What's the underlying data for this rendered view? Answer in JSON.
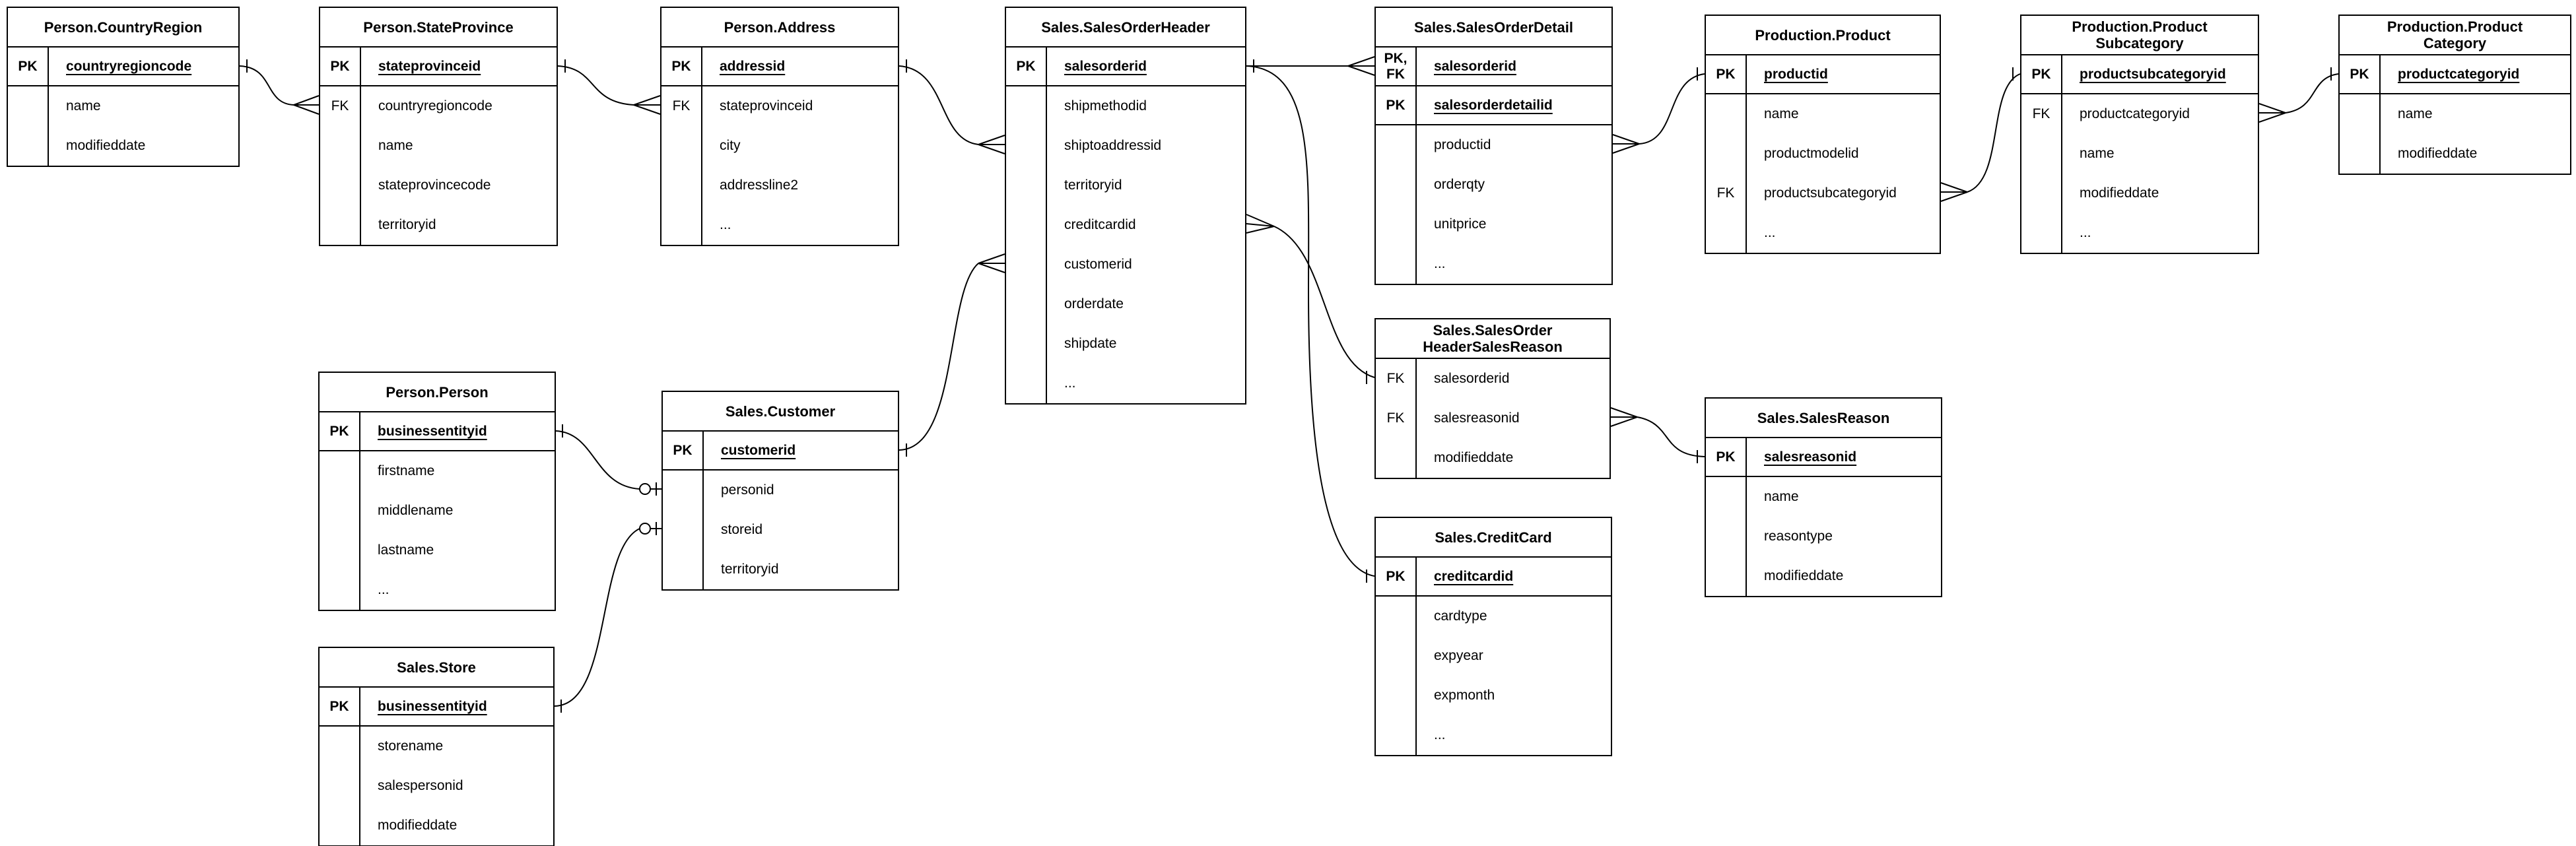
{
  "diagram": {
    "type": "entity-relationship-diagram",
    "line_color": "#000000",
    "background_color": "#ffffff",
    "entities": [
      {
        "id": "person-countryregion",
        "title1": "Person.CountryRegion",
        "title2": "",
        "rows": [
          {
            "key": "PK",
            "label": "countryregioncode"
          },
          {
            "key": "",
            "label": "name"
          },
          {
            "key": "",
            "label": "modifieddate"
          }
        ]
      },
      {
        "id": "person-stateprovince",
        "title1": "Person.StateProvince",
        "title2": "",
        "rows": [
          {
            "key": "PK",
            "label": "stateprovinceid"
          },
          {
            "key": "FK",
            "label": "countryregioncode"
          },
          {
            "key": "",
            "label": "name"
          },
          {
            "key": "",
            "label": "stateprovincecode"
          },
          {
            "key": "",
            "label": "territoryid"
          }
        ]
      },
      {
        "id": "person-address",
        "title1": "Person.Address",
        "title2": "",
        "rows": [
          {
            "key": "PK",
            "label": "addressid"
          },
          {
            "key": "FK",
            "label": "stateprovinceid"
          },
          {
            "key": "",
            "label": "city"
          },
          {
            "key": "",
            "label": "addressline2"
          },
          {
            "key": "",
            "label": "..."
          }
        ]
      },
      {
        "id": "sales-salesorderheader",
        "title1": "Sales.SalesOrderHeader",
        "title2": "",
        "rows": [
          {
            "key": "PK",
            "label": "salesorderid"
          },
          {
            "key": "",
            "label": "shipmethodid"
          },
          {
            "key": "",
            "label": "shiptoaddressid"
          },
          {
            "key": "",
            "label": "territoryid"
          },
          {
            "key": "",
            "label": "creditcardid"
          },
          {
            "key": "",
            "label": "customerid"
          },
          {
            "key": "",
            "label": "orderdate"
          },
          {
            "key": "",
            "label": "shipdate"
          },
          {
            "key": "",
            "label": "..."
          }
        ]
      },
      {
        "id": "sales-salesorderdetail",
        "title1": "Sales.SalesOrderDetail",
        "title2": "",
        "rows": [
          {
            "key": "PK, FK",
            "label": "salesorderid"
          },
          {
            "key": "PK",
            "label": "salesorderdetailid"
          },
          {
            "key": "",
            "label": "productid"
          },
          {
            "key": "",
            "label": "orderqty"
          },
          {
            "key": "",
            "label": "unitprice"
          },
          {
            "key": "",
            "label": "..."
          }
        ]
      },
      {
        "id": "production-product",
        "title1": "Production.Product",
        "title2": "",
        "rows": [
          {
            "key": "PK",
            "label": "productid"
          },
          {
            "key": "",
            "label": "name"
          },
          {
            "key": "",
            "label": "productmodelid"
          },
          {
            "key": "FK",
            "label": "productsubcategoryid"
          },
          {
            "key": "",
            "label": "..."
          }
        ]
      },
      {
        "id": "production-productsubcategory",
        "title1": "Production.Product",
        "title2": "Subcategory",
        "rows": [
          {
            "key": "PK",
            "label": "productsubcategoryid"
          },
          {
            "key": "FK",
            "label": "productcategoryid"
          },
          {
            "key": "",
            "label": "name"
          },
          {
            "key": "",
            "label": "modifieddate"
          },
          {
            "key": "",
            "label": "..."
          }
        ]
      },
      {
        "id": "production-productcategory",
        "title1": "Production.Product",
        "title2": "Category",
        "rows": [
          {
            "key": "PK",
            "label": "productcategoryid"
          },
          {
            "key": "",
            "label": "name"
          },
          {
            "key": "",
            "label": "modifieddate"
          }
        ]
      },
      {
        "id": "person-person",
        "title1": "Person.Person",
        "title2": "",
        "rows": [
          {
            "key": "PK",
            "label": "businessentityid"
          },
          {
            "key": "",
            "label": "firstname"
          },
          {
            "key": "",
            "label": "middlename"
          },
          {
            "key": "",
            "label": "lastname"
          },
          {
            "key": "",
            "label": "..."
          }
        ]
      },
      {
        "id": "sales-customer",
        "title1": "Sales.Customer",
        "title2": "",
        "rows": [
          {
            "key": "PK",
            "label": "customerid"
          },
          {
            "key": "",
            "label": "personid"
          },
          {
            "key": "",
            "label": "storeid"
          },
          {
            "key": "",
            "label": "territoryid"
          }
        ]
      },
      {
        "id": "sales-store",
        "title1": "Sales.Store",
        "title2": "",
        "rows": [
          {
            "key": "PK",
            "label": "businessentityid"
          },
          {
            "key": "",
            "label": "storename"
          },
          {
            "key": "",
            "label": "salespersonid"
          },
          {
            "key": "",
            "label": "modifieddate"
          }
        ]
      },
      {
        "id": "sales-salesorderheadersalesreason",
        "title1": "Sales.SalesOrder",
        "title2": "HeaderSalesReason",
        "rows": [
          {
            "key": "FK",
            "label": "salesorderid"
          },
          {
            "key": "FK",
            "label": "salesreasonid"
          },
          {
            "key": "",
            "label": "modifieddate"
          }
        ]
      },
      {
        "id": "sales-salesreason",
        "title1": "Sales.SalesReason",
        "title2": "",
        "rows": [
          {
            "key": "PK",
            "label": "salesreasonid"
          },
          {
            "key": "",
            "label": "name"
          },
          {
            "key": "",
            "label": "reasontype"
          },
          {
            "key": "",
            "label": "modifieddate"
          }
        ]
      },
      {
        "id": "sales-creditcard",
        "title1": "Sales.CreditCard",
        "title2": "",
        "rows": [
          {
            "key": "PK",
            "label": "creditcardid"
          },
          {
            "key": "",
            "label": "cardtype"
          },
          {
            "key": "",
            "label": "expyear"
          },
          {
            "key": "",
            "label": "expmonth"
          },
          {
            "key": "",
            "label": "..."
          }
        ]
      }
    ],
    "relationships": [
      {
        "from": "Person.CountryRegion",
        "from_cardinality": "one",
        "to": "Person.StateProvince",
        "to_cardinality": "many",
        "field": "countryregioncode"
      },
      {
        "from": "Person.StateProvince",
        "from_cardinality": "one",
        "to": "Person.Address",
        "to_cardinality": "many",
        "field": "stateprovinceid"
      },
      {
        "from": "Person.Address",
        "from_cardinality": "one",
        "to": "Sales.SalesOrderHeader",
        "to_cardinality": "many",
        "field": "shiptoaddressid"
      },
      {
        "from": "Sales.Customer",
        "from_cardinality": "one",
        "to": "Sales.SalesOrderHeader",
        "to_cardinality": "many",
        "field": "customerid"
      },
      {
        "from": "Person.Person",
        "from_cardinality": "one",
        "to": "Sales.Customer",
        "to_cardinality": "zero-or-one",
        "field": "personid"
      },
      {
        "from": "Sales.Store",
        "from_cardinality": "one",
        "to": "Sales.Customer",
        "to_cardinality": "zero-or-one",
        "field": "storeid"
      },
      {
        "from": "Sales.SalesOrderHeader",
        "from_cardinality": "one",
        "to": "Sales.SalesOrderDetail",
        "to_cardinality": "many",
        "field": "salesorderid"
      },
      {
        "from": "Sales.SalesOrderHeader",
        "from_cardinality": "one",
        "to": "Sales.SalesOrderHeaderSalesReason",
        "to_cardinality": "many",
        "field": "salesorderid"
      },
      {
        "from": "Sales.CreditCard",
        "from_cardinality": "one",
        "to": "Sales.SalesOrderHeader",
        "to_cardinality": "many",
        "field": "creditcardid"
      },
      {
        "from": "Production.Product",
        "from_cardinality": "one",
        "to": "Sales.SalesOrderDetail",
        "to_cardinality": "many",
        "field": "productid"
      },
      {
        "from": "Production.ProductSubcategory",
        "from_cardinality": "one",
        "to": "Production.Product",
        "to_cardinality": "many",
        "field": "productsubcategoryid"
      },
      {
        "from": "Production.ProductCategory",
        "from_cardinality": "one",
        "to": "Production.ProductSubcategory",
        "to_cardinality": "many",
        "field": "productcategoryid"
      },
      {
        "from": "Sales.SalesReason",
        "from_cardinality": "one",
        "to": "Sales.SalesOrderHeaderSalesReason",
        "to_cardinality": "many",
        "field": "salesreasonid"
      }
    ]
  }
}
